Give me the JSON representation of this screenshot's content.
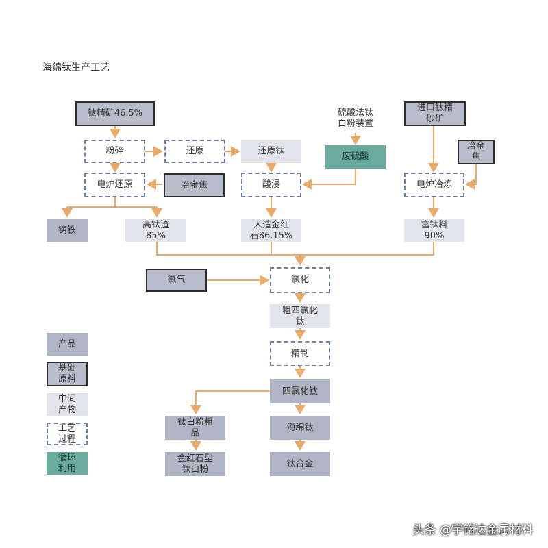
{
  "title": "海绵钛生产工艺",
  "colors": {
    "arrow": "#ecaa6a",
    "base": "#b8bccb",
    "product": "#b0b5c5",
    "intermediate": "#e2e4e9",
    "recycle": "#69ab9f",
    "process_border": "#6d7fa3"
  },
  "nodes": {
    "ti_concentrate": "钛精矿46.5%",
    "crush": "粉碎",
    "reduce": "还原",
    "reduced_ti": "还原钛",
    "sulfate_plant": "硫酸法钛\n白粉装置",
    "waste_acid": "废硫酸",
    "import_ti": "进口钛精\n砂矿",
    "coke_right": "冶金\n焦",
    "furnace_reduce": "电炉还原",
    "coke_left": "冶金焦",
    "acid_leach": "酸浸",
    "furnace_smelt": "电炉冶炼",
    "cast_iron": "铸铁",
    "high_ti_slag": "高钛渣\n85%",
    "synthetic_rutile": "人造金红\n石86.15%",
    "rich_ti": "富钛料\n90%",
    "chlorine": "氯气",
    "chlorination": "氯化",
    "crude_ticl4": "粗四氯化\n钛",
    "refine": "精制",
    "ticl4": "四氯化钛",
    "tio2_crude": "钛白粉粗\n品",
    "sponge_ti": "海绵钛",
    "rutile_tio2": "金红石型\n钛白粉",
    "ti_alloy": "钛合金"
  },
  "legend": {
    "product": "产品",
    "base": "基础\n原料",
    "intermediate": "中间\n产物",
    "process": "工艺\n过程",
    "recycle": "循环\n利用"
  },
  "watermark": "头条 @宇铭达金属材料"
}
